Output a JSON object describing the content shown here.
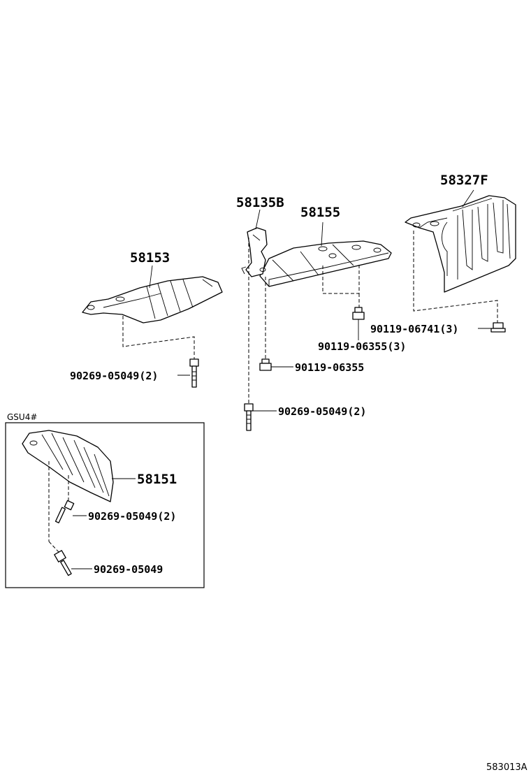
{
  "labels": {
    "part_58327F": "58327F",
    "part_58135B": "58135B",
    "part_58155": "58155",
    "part_58153": "58153",
    "part_58151": "58151",
    "bolt_90119_06741": "90119-06741(3)",
    "bolt_90119_06355_3": "90119-06355(3)",
    "bolt_90119_06355": "90119-06355",
    "bolt_90269_05049_2_left": "90269-05049(2)",
    "bolt_90269_05049_2_center": "90269-05049(2)",
    "bolt_90269_05049_2_inset": "90269-05049(2)",
    "bolt_90269_05049_inset": "90269-05049"
  },
  "inset": {
    "title": "GSU4#"
  },
  "footer": {
    "diagram_code": "583013A"
  }
}
